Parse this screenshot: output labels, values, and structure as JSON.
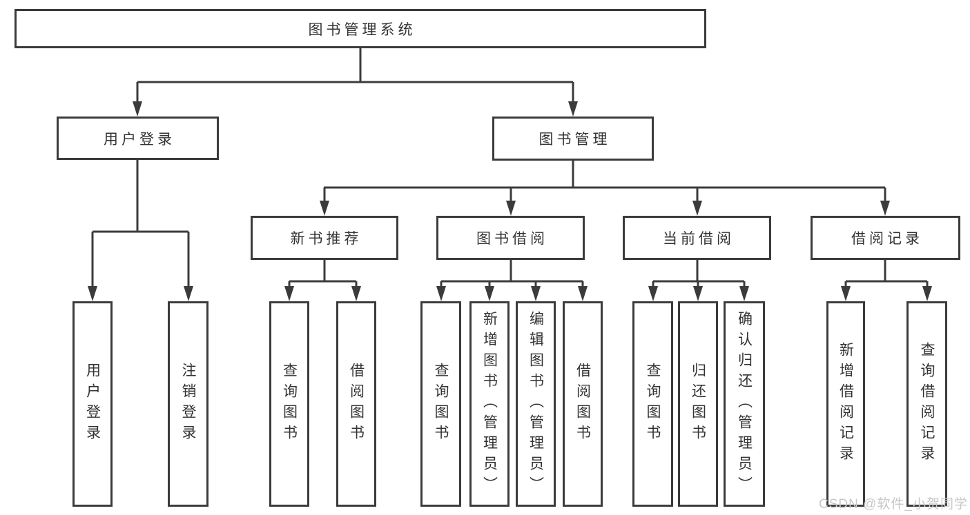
{
  "diagram": {
    "title": "图书管理系统",
    "type": "hierarchy-tree"
  },
  "nodes": {
    "root": "图书管理系统",
    "user_login": "用户登录",
    "book_management": "图书管理",
    "new_book_recommend": "新书推荐",
    "book_borrowing": "图书借阅",
    "current_borrowing": "当前借阅",
    "borrowing_records": "借阅记录",
    "leaf_login": "用户登录",
    "leaf_logout": "注销登录",
    "leaf_rec_query_books": "查询图书",
    "leaf_rec_borrow_books": "借阅图书",
    "leaf_bb_query_books": "查询图书",
    "leaf_bb_add_books": "新增图书（管理员）",
    "leaf_bb_edit_books": "编辑图书（管理员）",
    "leaf_bb_borrow_books": "借阅图书",
    "leaf_cb_query_books": "查询图书",
    "leaf_cb_return_books": "归还图书",
    "leaf_cb_confirm_return": "确认归还（管理员）",
    "leaf_br_add_record": "新增借阅记录",
    "leaf_br_query_record": "查询借阅记录"
  },
  "watermark": "CSDN @软件_小贺同学",
  "colors": {
    "line": "#3b3b3b",
    "text": "#333333",
    "background": "#ffffff",
    "watermark": "#c8c8c8"
  }
}
